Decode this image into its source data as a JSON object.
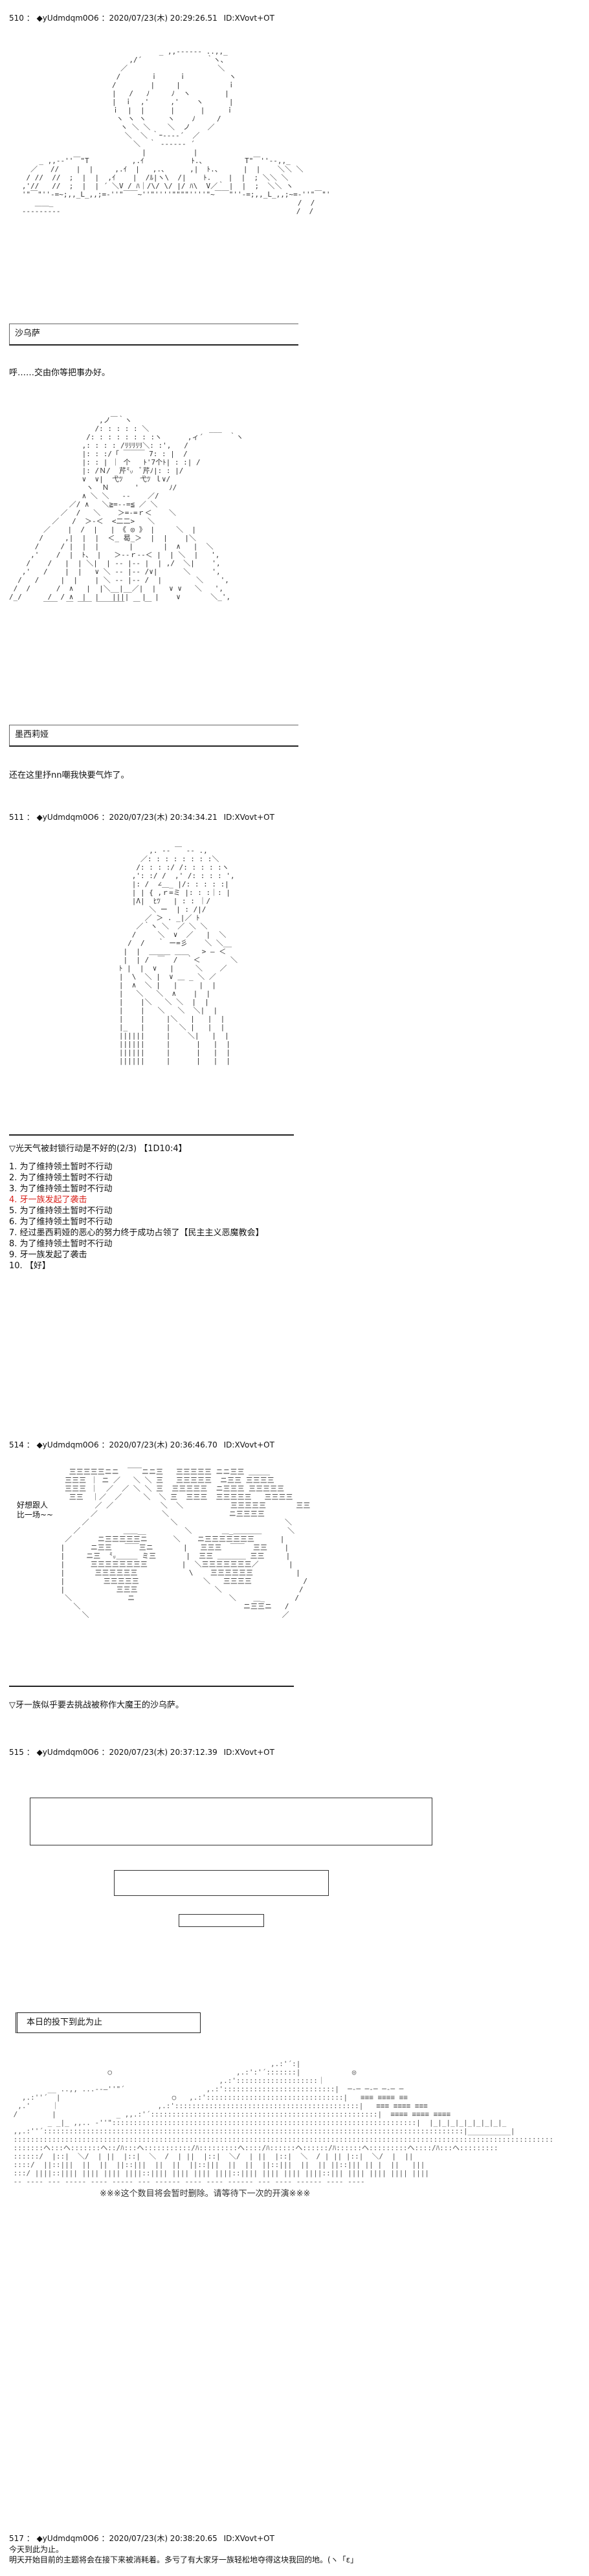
{
  "posts": {
    "p510": {
      "number": "510",
      "sep": "：",
      "name": "◆yUdmdqm0O6",
      "date": "：2020/07/23(木) 20:29:26.51",
      "id": "ID:XVovt+OT"
    },
    "p511": {
      "number": "511",
      "sep": "：",
      "name": "◆yUdmdqm0O6",
      "date": "：2020/07/23(木) 20:34:34.21",
      "id": "ID:XVovt+OT"
    },
    "p514": {
      "number": "514",
      "sep": "：",
      "name": "◆yUdmdqm0O6",
      "date": "：2020/07/23(木) 20:36:46.70",
      "id": "ID:XVovt+OT"
    },
    "p515": {
      "number": "515",
      "sep": "：",
      "name": "◆yUdmdqm0O6",
      "date": "：2020/07/23(木) 20:37:12.39",
      "id": "ID:XVovt+OT"
    },
    "p517": {
      "number": "517",
      "sep": "：",
      "name": "◆yUdmdqm0O6",
      "date": "：2020/07/23(木) 20:38:20.65",
      "id": "ID:XVovt+OT"
    }
  },
  "dialogue": {
    "speaker1": "沙乌萨",
    "line1": "呼……交由你等把事办好。",
    "speaker2": "墨西莉娅",
    "line2": "还在这里抒nn嘲我快要气炸了。",
    "bubble": "好想跟人\n比一场~~",
    "line4": "▽牙一族似乎要去挑战被称作大魔王的沙乌萨。"
  },
  "vote": {
    "title": "▽光天气被封锁行动是不好的(2/3) 【1D10:4】",
    "options": [
      {
        "n": "1.",
        "text": "为了维持领土暂时不行动",
        "red": false
      },
      {
        "n": "2.",
        "text": "为了维持领土暂时不行动",
        "red": false
      },
      {
        "n": "3.",
        "text": "为了维持领土暂时不行动",
        "red": false
      },
      {
        "n": "4.",
        "text": "牙一族发起了袭击",
        "red": true
      },
      {
        "n": "5.",
        "text": "为了维持领土暂时不行动",
        "red": false
      },
      {
        "n": "6.",
        "text": "为了维持领土暂时不行动",
        "red": false
      },
      {
        "n": "7.",
        "text": "经过墨西莉娅的恶心的努力终于成功占领了【民主主义恶魔教会】",
        "red": false
      },
      {
        "n": "8.",
        "text": "为了维持领土暂时不行动",
        "red": false
      },
      {
        "n": "9.",
        "text": "牙一族发起了袭击",
        "red": false
      },
      {
        "n": "10.",
        "text": "【好】",
        "red": false
      }
    ]
  },
  "end": {
    "label": "本日的投下到此为止",
    "notice": "※※※这个数目将会暂时删除。请等待下一次的开演※※※"
  },
  "last": {
    "line1": "今天到此为止。",
    "line2": "明天开始目前的主题将会在接下来被消耗着。多亏了有大家牙一族轻松地夺得这块我回的地。(ヽ「ε」"
  },
  "icons": {
    "p510": "diamond-icon",
    "p511": "diamond-icon",
    "p514": "diamond-icon",
    "p515": "diamond-icon",
    "p517": "diamond-icon"
  }
}
